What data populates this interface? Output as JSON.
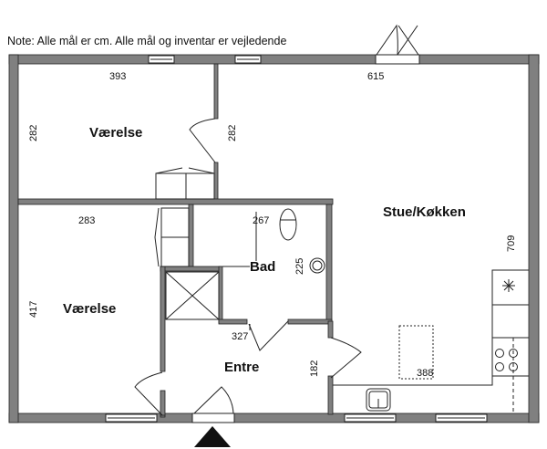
{
  "note": "Note: Alle mål er cm. Alle mål og inventar er vejledende",
  "rooms": {
    "bedroom_top": "Værelse",
    "bedroom_bottom": "Værelse",
    "living_kitchen": "Stue/Køkken",
    "bathroom": "Bad",
    "entrance": "Entre"
  },
  "dimensions": {
    "bedroom_top_width": "393",
    "bedroom_top_height": "282",
    "living_width": "615",
    "living_depth_left": "282",
    "living_height": "709",
    "bedroom_bottom_width": "283",
    "bedroom_bottom_height": "417",
    "bath_width": "267",
    "bath_height": "225",
    "entrance_width": "327",
    "entrance_height": "182",
    "kitchen_width": "388"
  }
}
